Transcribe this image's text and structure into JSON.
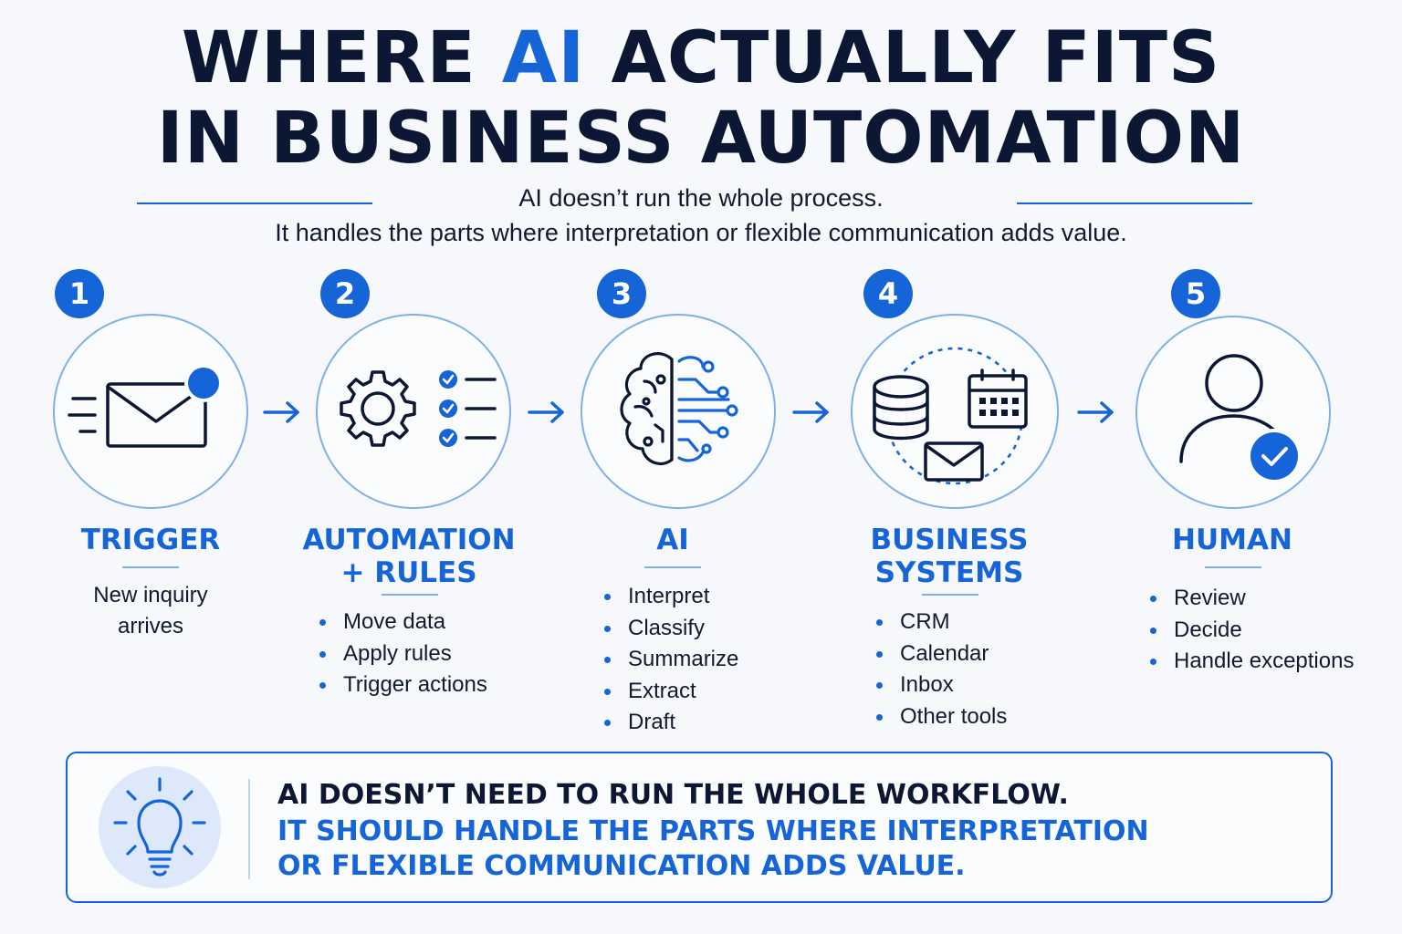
{
  "title": {
    "line1_pre": "Where ",
    "line1_accent": "AI",
    "line1_post": " actually fits",
    "line2": "in business automation"
  },
  "subtitle": {
    "line1": "AI doesn’t run the whole process.",
    "line2": "It handles the parts where interpretation or flexible communication adds value."
  },
  "steps": [
    {
      "number": "1",
      "title": "TRIGGER",
      "icon": "envelope-notification-icon",
      "description_lines": [
        "New inquiry",
        "arrives"
      ]
    },
    {
      "number": "2",
      "title_lines": [
        "AUTOMATION",
        "+ RULES"
      ],
      "icon": "gear-checklist-icon",
      "items": [
        "Move data",
        "Apply rules",
        "Trigger actions"
      ]
    },
    {
      "number": "3",
      "title": "AI",
      "icon": "brain-circuit-icon",
      "items": [
        "Interpret",
        "Classify",
        "Summarize",
        "Extract",
        "Draft"
      ]
    },
    {
      "number": "4",
      "title_lines": [
        "BUSINESS",
        "SYSTEMS"
      ],
      "icon": "database-calendar-mail-icon",
      "items": [
        "CRM",
        "Calendar",
        "Inbox",
        "Other tools"
      ]
    },
    {
      "number": "5",
      "title": "HUMAN",
      "icon": "person-check-icon",
      "items": [
        "Review",
        "Decide",
        "Handle exceptions"
      ]
    }
  ],
  "callout": {
    "icon": "lightbulb-icon",
    "line1": "AI doesn’t need to run the whole workflow.",
    "line2": "It should handle the parts where interpretation",
    "line3": "or flexible communication adds value."
  },
  "colors": {
    "accent": "#1565d8",
    "dark": "#0b1733",
    "circle_border": "#7fb0ec",
    "background": "#f6f8fb"
  }
}
